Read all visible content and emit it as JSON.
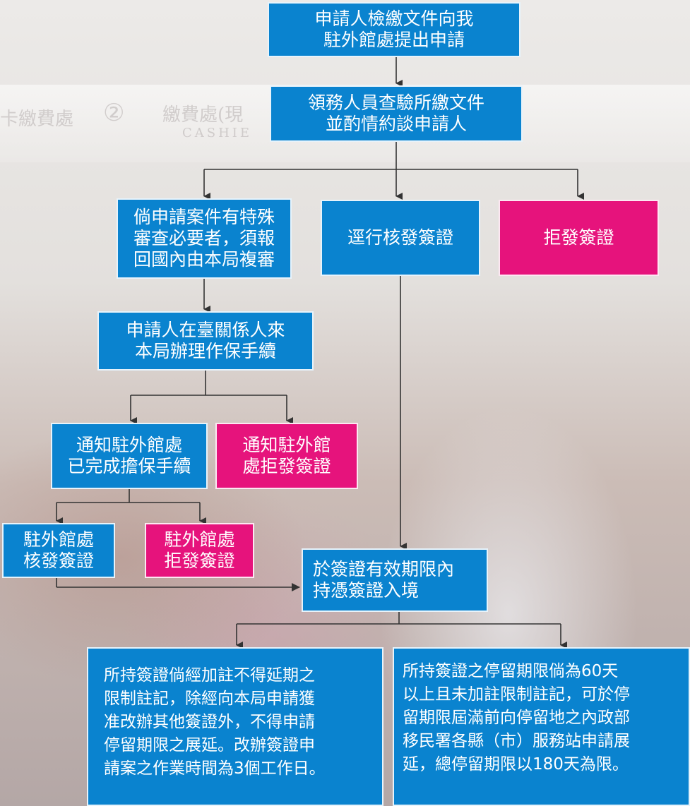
{
  "background": {
    "sign_left": "卡繳費處",
    "sign_circle": "②",
    "sign_mid": "繳費處(現",
    "sign_sub": "CASHIE"
  },
  "colors": {
    "blue": "#0a83cf",
    "pink": "#e6137c",
    "line": "#333333"
  },
  "nodes": {
    "apply": "申請人檢繳文件向我\n駐外館處提出申請",
    "review": "領務人員查驗所繳文件\n並酌情約談申請人",
    "special": "倘申請案件有特殊\n審查必要者，須報\n回國內由本局複審",
    "issue_direct": "逕行核發簽證",
    "deny": "拒發簽證",
    "guarantor": "申請人在臺關係人來\n本局辦理作保手續",
    "notify_done": "通知駐外館處\n已完成擔保手續",
    "notify_deny": "通知駐外館\n處拒發簽證",
    "mission_issue": "駐外館處\n核發簽證",
    "mission_deny": "駐外館處\n拒發簽證",
    "entry": "於簽證有效期限內\n持憑簽證入境",
    "note_restricted": "所持簽證倘經加註不得延期之\n限制註記，除經向本局申請獲\n准改辦其他簽證外，不得申請\n停留期限之展延。改辦簽證申\n請案之作業時間為3個工作日。",
    "note_extend": "所持簽證之停留期限倘為60天\n以上且未加註限制註記，可於停\n留期限屆滿前向停留地之內政部\n移民署各縣（市）服務站申請展\n延，總停留期限以180天為限。"
  }
}
